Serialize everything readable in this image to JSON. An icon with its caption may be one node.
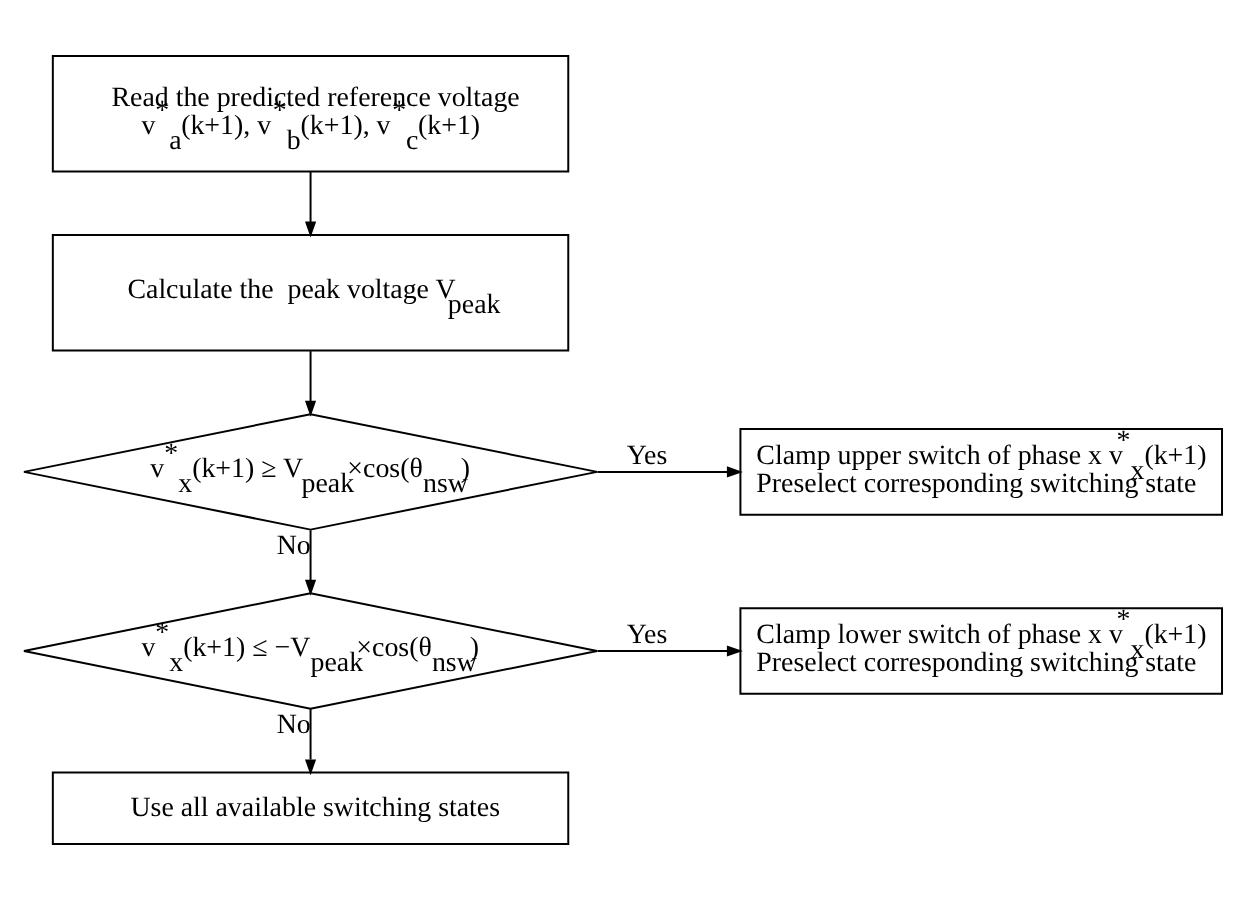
{
  "diagram": {
    "nodes": [
      {
        "text": [
          "Read the predicted reference voltage",
          "v$^{*}$$_{a}$(k+1), v$^{*}$$_{b}$(k+1), v$^{*}$$_{c}$(k+1)"
        ]
      },
      {
        "text": [
          "Calculate the  peak voltage V$_{peak}$"
        ]
      },
      {
        "text": [
          "v$^{*}$$_{x}$(k+1) ≥ V$_{peak}$×cos(θ$_{nsw}$)"
        ]
      },
      {
        "text": [
          "Clamp upper switch of phase x v$^{*}$$_{x}$(k+1)",
          "Preselect corresponding switching state"
        ]
      },
      {
        "text": [
          "v$^{*}$$_{x}$(k+1) ≤ −V$_{peak}$×cos(θ$_{nsw}$)"
        ]
      },
      {
        "text": [
          "Clamp lower switch of phase x v$^{*}$$_{x}$(k+1)",
          "Preselect corresponding switching state"
        ]
      },
      {
        "text": [
          "Use all available switching states"
        ]
      }
    ],
    "edges": [
      {
        "from": 0,
        "to": 1,
        "arrow": "to"
      },
      {
        "from": 1,
        "to": 2,
        "arrow": "to"
      },
      {
        "from": 2,
        "to": 3,
        "arrow": "to",
        "label": "Yes"
      },
      {
        "from": 2,
        "to": 4,
        "arrow": "to",
        "label": "No"
      },
      {
        "from": 4,
        "to": 5,
        "arrow": "to",
        "label": "Yes"
      },
      {
        "from": 4,
        "to": 6,
        "arrow": "to",
        "label": "No"
      }
    ]
  }
}
